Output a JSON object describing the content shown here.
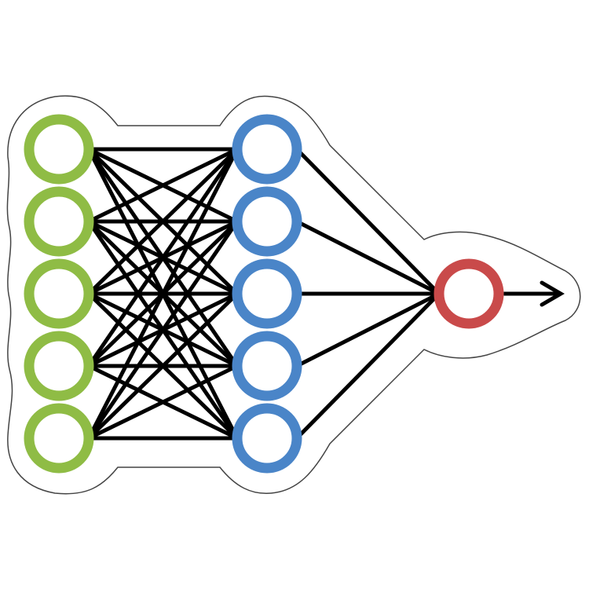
{
  "diagram": {
    "kind": "neural-network",
    "layers": [
      {
        "name": "input",
        "node_count": 5,
        "color": "#8fbc45"
      },
      {
        "name": "hidden",
        "node_count": 5,
        "color": "#4a85c8"
      },
      {
        "name": "output",
        "node_count": 1,
        "color": "#c94a4a"
      }
    ],
    "connection_color": "#000000",
    "sticker_outline_color": "#444444",
    "sticker_fill_color": "#ffffff",
    "connectivity": "fully-connected",
    "output_arrow": true
  }
}
